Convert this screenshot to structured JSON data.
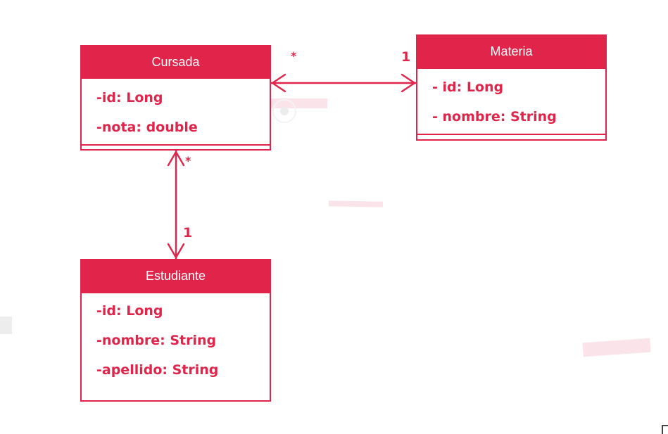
{
  "classes": {
    "cursada": {
      "name": "Cursada",
      "attributes": [
        "-id: Long",
        "-nota: double"
      ]
    },
    "materia": {
      "name": "Materia",
      "attributes": [
        "- id: Long",
        "- nombre: String"
      ]
    },
    "estudiante": {
      "name": "Estudiante",
      "attributes": [
        "-id: Long",
        "-nombre: String",
        "-apellido: String"
      ]
    }
  },
  "associations": {
    "cursada_materia": {
      "cursada_end": "*",
      "materia_end": "1"
    },
    "cursada_estudiante": {
      "cursada_end": "*",
      "estudiante_end": "1"
    }
  },
  "colors": {
    "accent": "#e0244a",
    "header_text": "#ffffff"
  }
}
